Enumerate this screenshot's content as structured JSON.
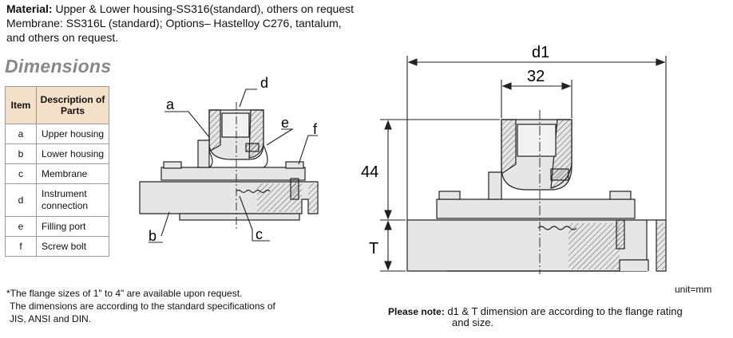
{
  "material": {
    "label": "Material:",
    "line1_rest": " Upper & Lower housing-SS316(standard), others on request",
    "line2": "Membrane: SS316L (standard); Options– Hastelloy C276, tantalum,",
    "line3": "and others on request."
  },
  "dimensions_title": "Dimensions",
  "parts_table": {
    "headers": [
      "Item",
      "Description of Parts"
    ],
    "rows": [
      {
        "item": "a",
        "desc": "Upper housing"
      },
      {
        "item": "b",
        "desc": "Lower housing"
      },
      {
        "item": "c",
        "desc": "Membrane"
      },
      {
        "item": "d",
        "desc": "Instrument connection"
      },
      {
        "item": "e",
        "desc": "Filling port"
      },
      {
        "item": "f",
        "desc": "Screw bolt"
      }
    ]
  },
  "left_drawing_labels": {
    "a": "a",
    "b": "b",
    "c": "c",
    "d": "d",
    "e": "e",
    "f": "f"
  },
  "right_drawing_labels": {
    "d1": "d1",
    "w32": "32",
    "h44": "44",
    "T": "T"
  },
  "footnote": {
    "line1": "*The flange sizes of 1\" to 4\" are available upon request.",
    "line2": "The dimensions are according to the standard specifications of",
    "line3": "JIS, ANSI and DIN."
  },
  "unit": "unit=mm",
  "note": {
    "label": "Please note:",
    "line1": "d1 & T dimension are according to the flange rating",
    "line2": "and size."
  }
}
